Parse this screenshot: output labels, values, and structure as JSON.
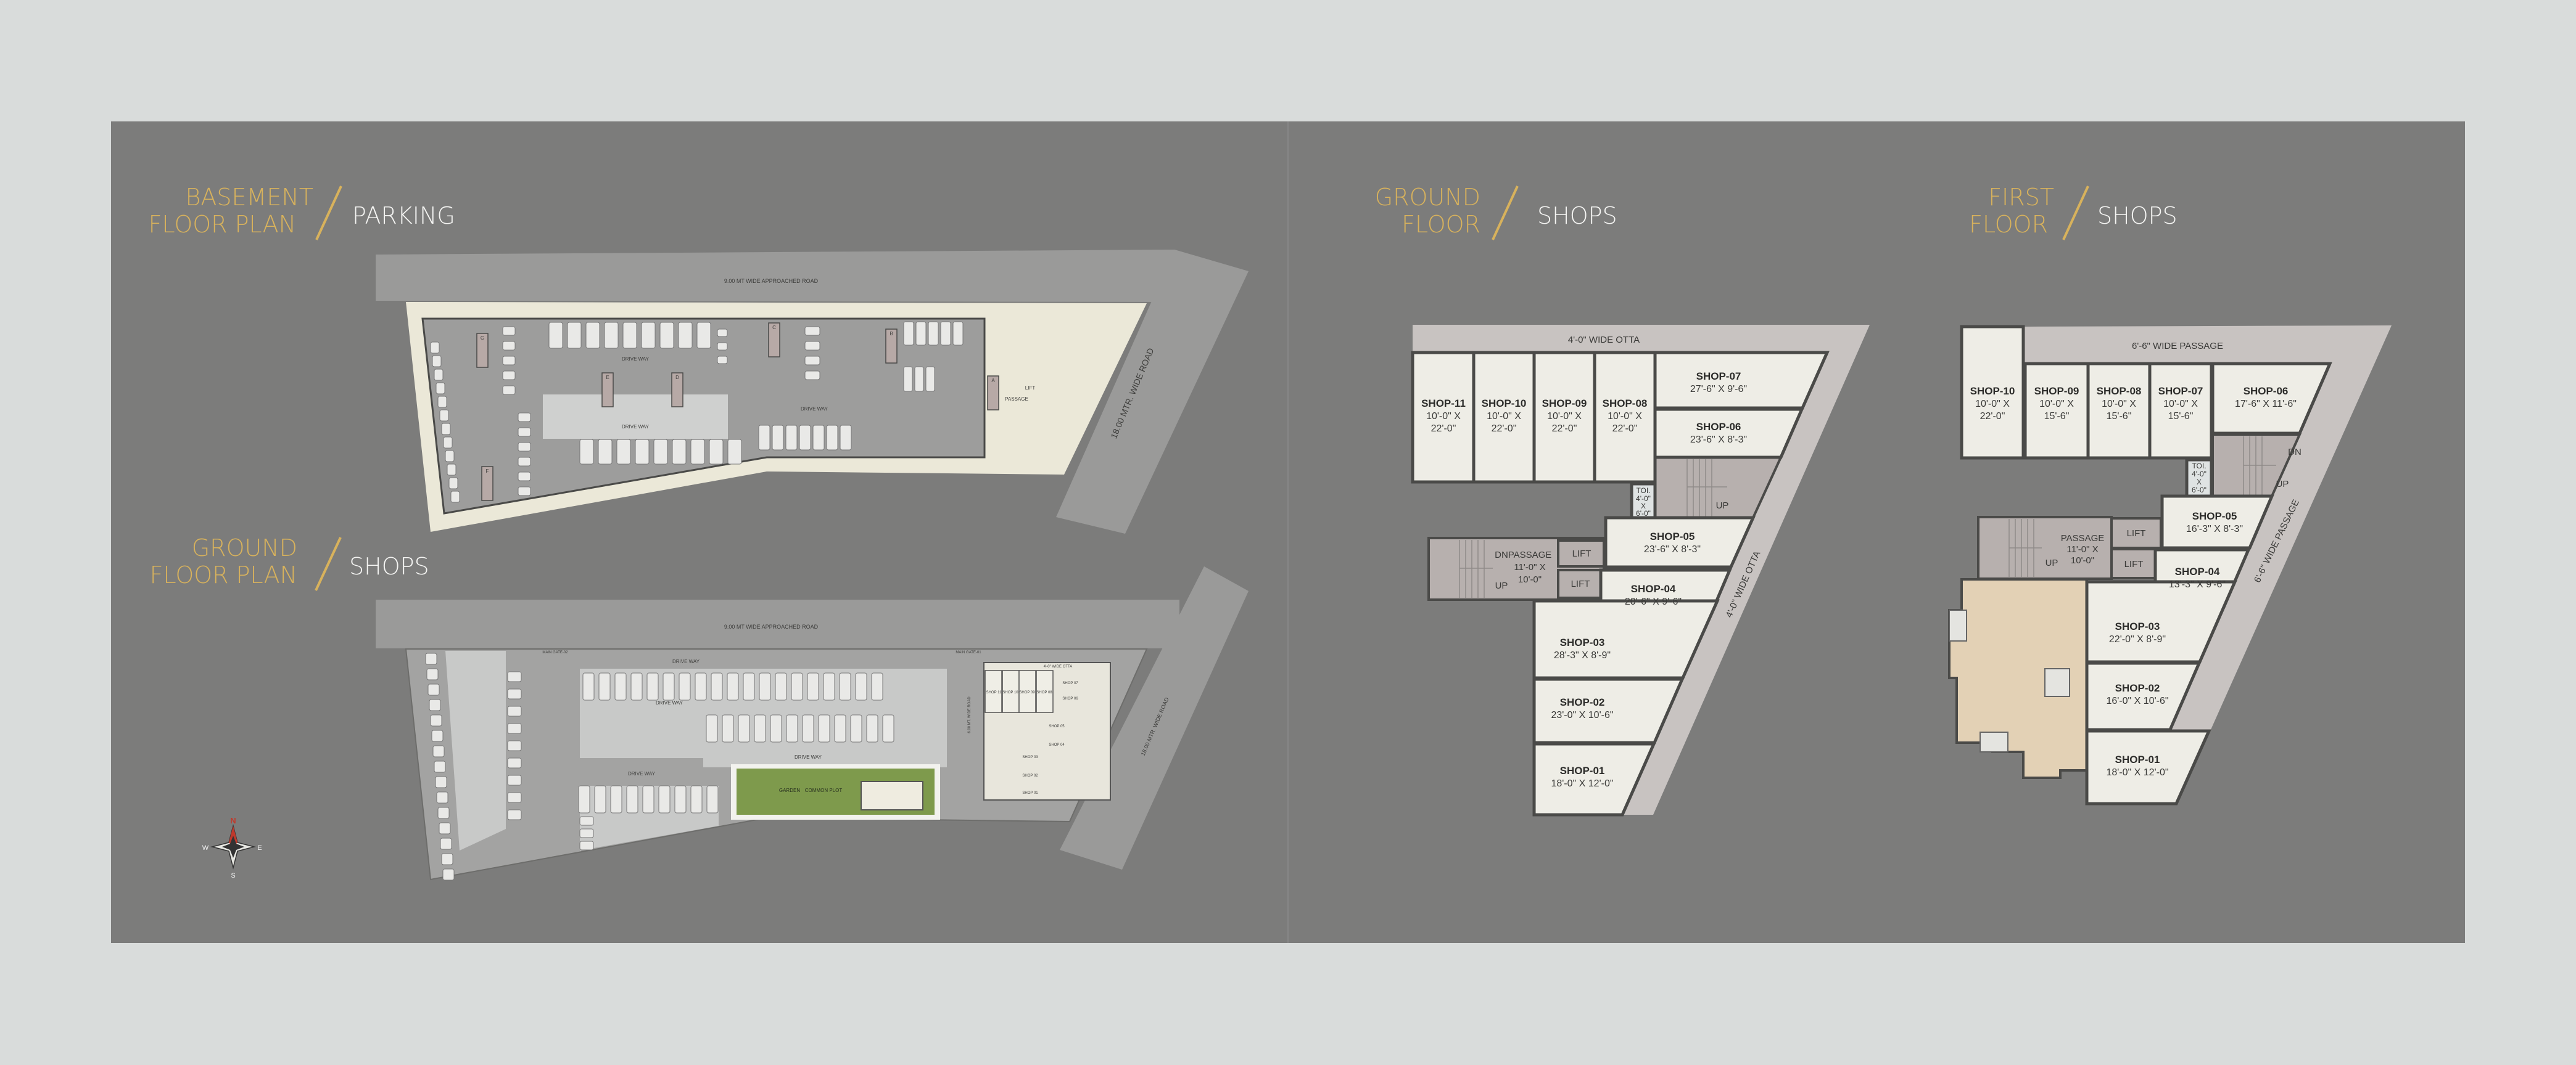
{
  "colors": {
    "background": "#d9dcdb",
    "panel": "#7c7c7b",
    "gold": "#d8b25c",
    "shop_fill": "#eeede6",
    "otta": "#c8c3c1",
    "garden": "#7e9a4c",
    "site": "#ebe8d8"
  },
  "basement": {
    "title_line1": "BASEMENT",
    "title_line2": "FLOOR PLAN",
    "subtitle": "PARKING",
    "top_road": "9.00 MT WIDE APPROACHED ROAD",
    "side_road": "18.00 MTR. WIDE ROAD",
    "drive_way": "DRIVE WAY",
    "passage": "PASSAGE",
    "lift": "LIFT",
    "cores": [
      "A",
      "B",
      "C",
      "D",
      "E",
      "F",
      "G"
    ]
  },
  "ground_plan": {
    "title_line1": "GROUND",
    "title_line2": "FLOOR PLAN",
    "subtitle": "SHOPS",
    "top_road": "9.00 MT WIDE APPROACHED ROAD",
    "side_road": "18.00 MTR. WIDE ROAD",
    "gate1": "MAIN GATE-01",
    "gate2": "MAIN GATE-02",
    "drive_way": "DRIVE WAY",
    "garden": "GARDEN",
    "common_plot": "COMMON PLOT",
    "inner_road": "6.00 MT. WIDE ROAD",
    "otta": "4'-0\" WIDE OTTA",
    "shops": [
      "SHOP 11",
      "SHOP 10",
      "SHOP 09",
      "SHOP 08",
      "SHOP 07",
      "SHOP 06",
      "SHOP 05",
      "SHOP 04",
      "SHOP 03",
      "SHOP 02",
      "SHOP 01"
    ]
  },
  "ground_floor": {
    "title_line1": "GROUND",
    "title_line2": "FLOOR",
    "subtitle": "SHOPS",
    "top_otta": "4'-0\" WIDE OTTA",
    "side_otta": "4'-0\" WIDE OTTA",
    "toilet": {
      "name": "TOI.",
      "dim1": "4'-0\"",
      "x": "X",
      "dim2": "6'-0\""
    },
    "passage": {
      "name": "PASSAGE",
      "dim1": "11'-0\" X",
      "dim2": "10'-0\""
    },
    "lift": "LIFT",
    "up": "UP",
    "dn": "DN",
    "shops": [
      {
        "name": "SHOP-11",
        "dim1": "10'-0\" X",
        "dim2": "22'-0\""
      },
      {
        "name": "SHOP-10",
        "dim1": "10'-0\" X",
        "dim2": "22'-0\""
      },
      {
        "name": "SHOP-09",
        "dim1": "10'-0\" X",
        "dim2": "22'-0\""
      },
      {
        "name": "SHOP-08",
        "dim1": "10'-0\" X",
        "dim2": "22'-0\""
      },
      {
        "name": "SHOP-07",
        "dim1": "27'-6\" X 9'-6\""
      },
      {
        "name": "SHOP-06",
        "dim1": "23'-6\" X 8'-3\""
      },
      {
        "name": "SHOP-05",
        "dim1": "23'-6\" X 8'-3\""
      },
      {
        "name": "SHOP-04",
        "dim1": "20'-6\" X 9'-6\""
      },
      {
        "name": "SHOP-03",
        "dim1": "28'-3\" X 8'-9\""
      },
      {
        "name": "SHOP-02",
        "dim1": "23'-0\" X 10'-6\""
      },
      {
        "name": "SHOP-01",
        "dim1": "18'-0\" X 12'-0\""
      }
    ]
  },
  "first_floor": {
    "title_line1": "FIRST",
    "title_line2": "FLOOR",
    "subtitle": "SHOPS",
    "top_passage": "6'-6\" WIDE PASSAGE",
    "side_passage": "6'-6\" WIDE PASSAGE",
    "toilet": {
      "name": "TOI.",
      "dim1": "4'-0\"",
      "x": "X",
      "dim2": "6'-0\""
    },
    "passage": {
      "name": "PASSAGE",
      "dim1": "11'-0\" X",
      "dim2": "10'-0\""
    },
    "lift": "LIFT",
    "up": "UP",
    "dn": "DN",
    "shops": [
      {
        "name": "SHOP-10",
        "dim1": "10'-0\" X",
        "dim2": "22'-0\""
      },
      {
        "name": "SHOP-09",
        "dim1": "10'-0\" X",
        "dim2": "15'-6\""
      },
      {
        "name": "SHOP-08",
        "dim1": "10'-0\" X",
        "dim2": "15'-6\""
      },
      {
        "name": "SHOP-07",
        "dim1": "10'-0\" X",
        "dim2": "15'-6\""
      },
      {
        "name": "SHOP-06",
        "dim1": "17'-6\" X 11'-6\""
      },
      {
        "name": "SHOP-05",
        "dim1": "16'-3\" X 8'-3\""
      },
      {
        "name": "SHOP-04",
        "dim1": "13'-3\" X 9'-6\""
      },
      {
        "name": "SHOP-03",
        "dim1": "22'-0\" X 8'-9\""
      },
      {
        "name": "SHOP-02",
        "dim1": "16'-0\" X 10'-6\""
      },
      {
        "name": "SHOP-01",
        "dim1": "18'-0\" X 12'-0\""
      }
    ]
  },
  "compass": {
    "n": "N",
    "e": "E",
    "s": "S",
    "w": "W"
  }
}
